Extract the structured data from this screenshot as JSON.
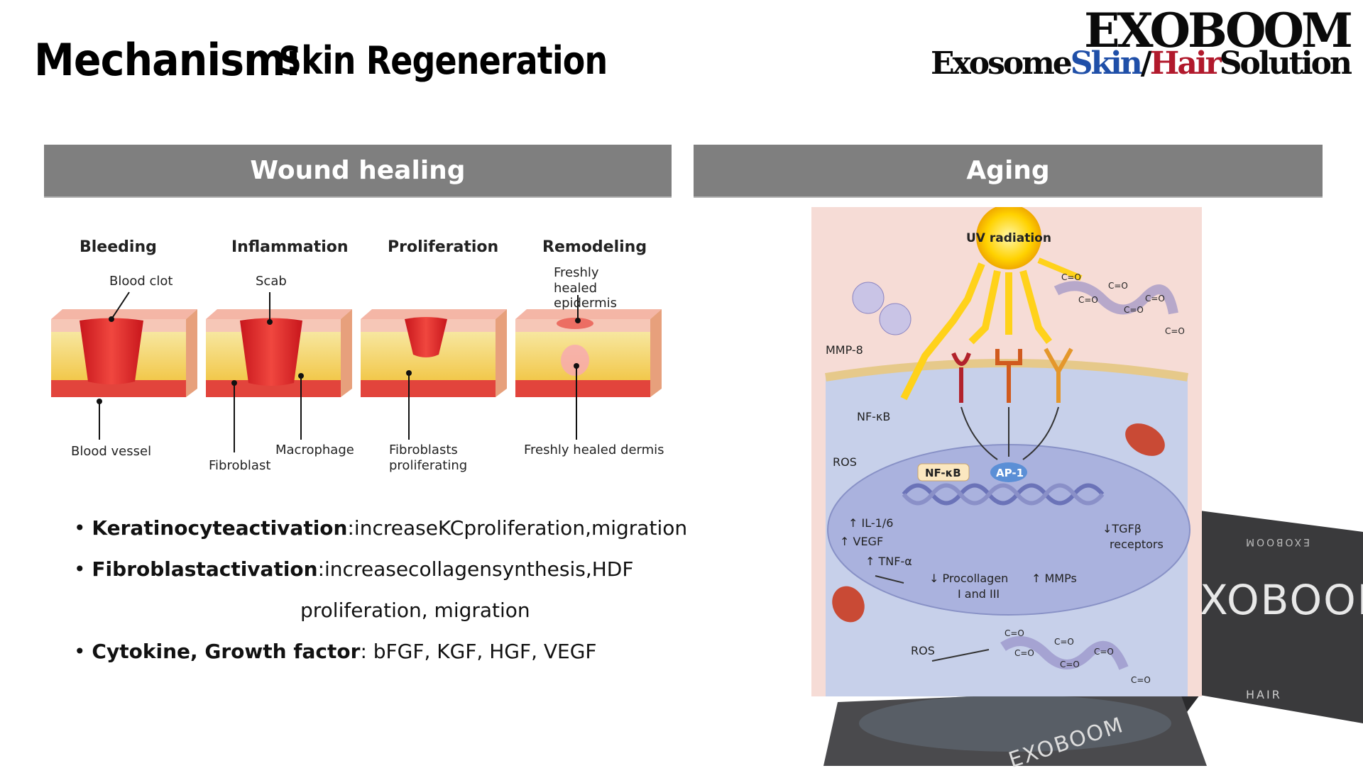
{
  "title": {
    "main": "Mechanism:",
    "sub": "Skin Regeneration"
  },
  "logo": {
    "top": "EXOBOOM",
    "bottom_a": "Exosome",
    "bottom_b": "Skin",
    "bottom_c": "/",
    "bottom_d": "Hair",
    "bottom_e": "Solution"
  },
  "colors": {
    "header_bg": "#7f7f7f",
    "aging_bg": "#f6dcd6",
    "logo_blue": "#1f4fa8",
    "logo_red": "#b1192c"
  },
  "wound": {
    "header": "Wound healing",
    "stages": [
      {
        "title": "Bleeding",
        "labels": [
          "Blood clot",
          "Blood vessel"
        ]
      },
      {
        "title": "Inflammation",
        "labels": [
          "Scab",
          "Fibroblast",
          "Macrophage"
        ]
      },
      {
        "title": "Proliferation",
        "labels": [
          "Fibroblasts proliferating"
        ]
      },
      {
        "title": "Remodeling",
        "labels": [
          "Freshly healed epidermis",
          "Freshly healed dermis"
        ]
      }
    ],
    "bullets": [
      {
        "bold": "Keratinocyteactivation",
        "rest": ":increaseKCproliferation,migration"
      },
      {
        "bold": "Fibroblastactivation",
        "rest": ":increasecollagensynthesis,HDF"
      },
      {
        "bold": "",
        "rest": "proliferation, migration"
      },
      {
        "bold": "Cytokine, Growth factor",
        "rest": ": bFGF, KGF, HGF, VEGF"
      }
    ]
  },
  "aging": {
    "header": "Aging",
    "labels": {
      "uv": "UV radiation",
      "mmp8": "MMP-8",
      "nfkb": "NF-κB",
      "ros": "ROS",
      "nfkb_box": "NF-κB",
      "ap1": "AP-1",
      "il": "↑ IL-1/6",
      "vegf": "↑ VEGF",
      "tnf": "↑ TNF-α",
      "procollagen_1": "↓ Procollagen",
      "procollagen_2": "I and III",
      "mmps": "↑ MMPs",
      "tgfb_1": "↓TGFβ",
      "tgfb_2": "receptors",
      "ros2": "ROS",
      "co": "C=O"
    }
  },
  "product": {
    "box_text": "XOBOON",
    "box_sub": "HAIR",
    "box2_text": "EXOBOOM",
    "box_top": "EXOBOOM"
  }
}
